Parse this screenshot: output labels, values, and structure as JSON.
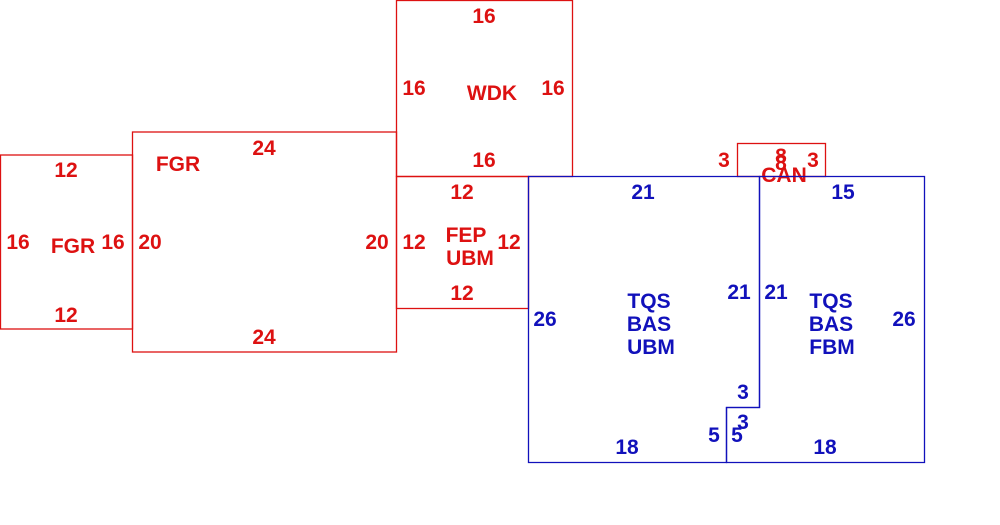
{
  "colors": {
    "exterior": "#dd1111",
    "living": "#1111bb",
    "background": "#ffffff"
  },
  "areas": {
    "fgr_small": {
      "code": "FGR",
      "dims": {
        "top": "12",
        "bottom": "12",
        "left": "16",
        "right": "16"
      }
    },
    "fgr_main": {
      "code": "FGR",
      "dims": {
        "top": "24",
        "bottom": "24",
        "left": "20",
        "right": "20"
      }
    },
    "wdk": {
      "code": "WDK",
      "dims": {
        "top": "16",
        "bottom": "16",
        "left": "16",
        "right": "16"
      }
    },
    "fep": {
      "code_line1": "FEP",
      "code_line2": "UBM",
      "dims": {
        "top": "12",
        "bottom": "12",
        "left": "12",
        "right": "12"
      }
    },
    "can": {
      "code": "CAN",
      "dims": {
        "left": "3",
        "top_a": "8",
        "top_b": "8",
        "right": "3"
      }
    },
    "bas_ubm": {
      "code_line1": "TQS",
      "code_line2": "BAS",
      "code_line3": "UBM",
      "dims": {
        "top": "21",
        "left": "26",
        "right": "21",
        "step": "3",
        "bottom": "18",
        "bottom_notch": "5"
      }
    },
    "bas_fbm": {
      "code_line1": "TQS",
      "code_line2": "BAS",
      "code_line3": "FBM",
      "dims": {
        "top": "15",
        "left": "21",
        "right": "26",
        "step": "3",
        "bottom": "18",
        "bottom_notch": "5"
      }
    }
  }
}
